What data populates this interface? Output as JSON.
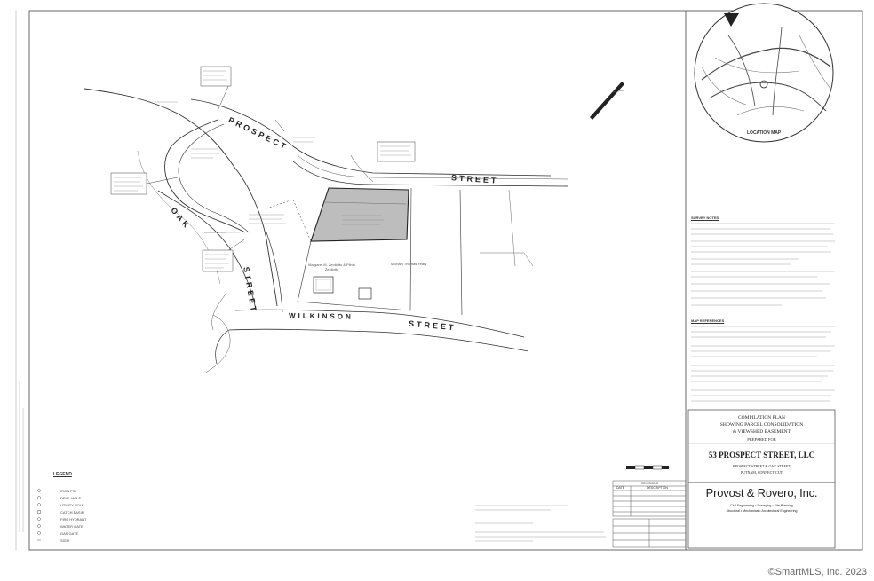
{
  "streets": {
    "prospect": "PROSPECT",
    "street_east": "STREET",
    "oak": "OAK",
    "oak_street": "STREET",
    "wilkinson": "WILKINSON",
    "wilkinson_street": "STREET"
  },
  "owners": {
    "west": "Margaret M. Zeollotto & Plinio Zeollotto",
    "east": "Michael Thomas Yeary"
  },
  "location_map": {
    "caption": "LOCATION MAP"
  },
  "notes": {
    "survey_heading": "SURVEY NOTES",
    "map_ref_heading": "MAP REFERENCES"
  },
  "legend": {
    "heading": "LEGEND",
    "items": [
      "IRON PIN",
      "DRILL HOLE",
      "UTILITY POLE",
      "CATCH BASIN",
      "FIRE HYDRANT",
      "WATER GATE",
      "GAS GATE",
      "SIGN"
    ]
  },
  "title_block": {
    "line1": "COMPILATION PLAN",
    "line2": "SHOWING PARCEL CONSOLIDATION",
    "line3": "& VIEWSHED EASEMENT",
    "line4": "PREPARED FOR",
    "owner": "53 PROSPECT STREET, LLC",
    "location1": "PROSPECT STREET & OAK STREET",
    "location2": "PUTNAM, CONNECTICUT",
    "firm": "Provost & Rovero, Inc.",
    "firm_sub1": "Civil Engineering • Surveying • Site Planning",
    "firm_sub2": "Structural • Mechanical • Architectural Engineering",
    "revision_heading": "REVISIONS",
    "rev_col1": "DATE",
    "rev_col2": "DESCRIPTION"
  },
  "copyright": "©SmartMLS, Inc.  2023"
}
